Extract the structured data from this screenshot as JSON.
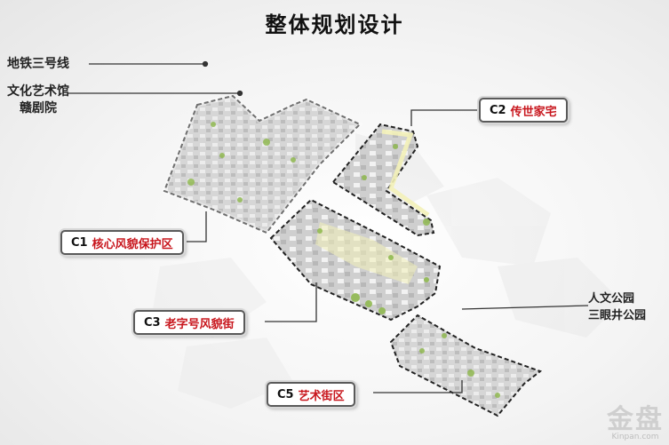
{
  "title": "整体规划设计",
  "callouts": {
    "metro": "地铁三号线",
    "culture_line1": "文化艺术馆",
    "culture_line2": "赣剧院",
    "park_line1": "人文公园",
    "park_line2": "三眼井公园"
  },
  "zones": [
    {
      "code": "C1",
      "name": "核心风貌保护区"
    },
    {
      "code": "C2",
      "name": "传世家宅"
    },
    {
      "code": "C3",
      "name": "老字号风貌街"
    },
    {
      "code": "C5",
      "name": "艺术街区"
    }
  ],
  "colors": {
    "zone_name": "#c8161d",
    "boundary": "#222222",
    "highlight": "#f3f1b8",
    "vegetation": "#8db84a"
  },
  "watermark": {
    "logo_text": "金盘",
    "url": "Kinpan.com"
  }
}
